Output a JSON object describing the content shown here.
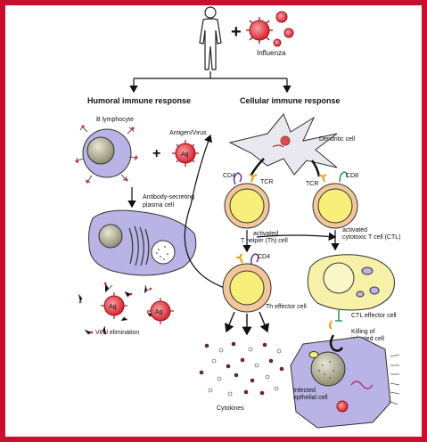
{
  "title_labels": {
    "influenza": "Influenza",
    "plus": "+",
    "humoral": "Humoral immune response",
    "cellular": "Cellular immune response"
  },
  "humoral": {
    "b_lymphocyte": "B lymphocyte",
    "antigen_virus": "Antigen/Virus",
    "ag": "Ag",
    "plasma_line1": "Antibody-secreting",
    "plasma_line2": "plasma cell",
    "viral_elimination": "Viral elimination"
  },
  "cellular": {
    "dendritic": "Dendritic cell",
    "cd4": "CD4",
    "cd8": "CD8",
    "tcr": "TCR",
    "th_line1": "activated",
    "th_line2": "T helper (Th) cell",
    "ctl_line1": "activated",
    "ctl_line2": "cytotoxic T cell (CTL)",
    "th_effector": "Th effector cell",
    "ctl_effector": "CTL effector cell",
    "killing_line1": "Killing of",
    "killing_line2": "infected cell",
    "cytokines": "Cytokines",
    "infected_line1": "Infected",
    "infected_line2": "epthelial cell"
  },
  "colors": {
    "border": "#c8102e",
    "virus": "#d9232d",
    "cell_lavender": "#b9b3e6",
    "nucleus_yellow": "#f7ef7a",
    "cell_yellow": "#f7f0a8",
    "th_ring": "#f2c79a",
    "receptor_orange": "#f39c12",
    "cd4_purple": "#6b3fa0",
    "cd8_green": "#2e9e5b"
  }
}
